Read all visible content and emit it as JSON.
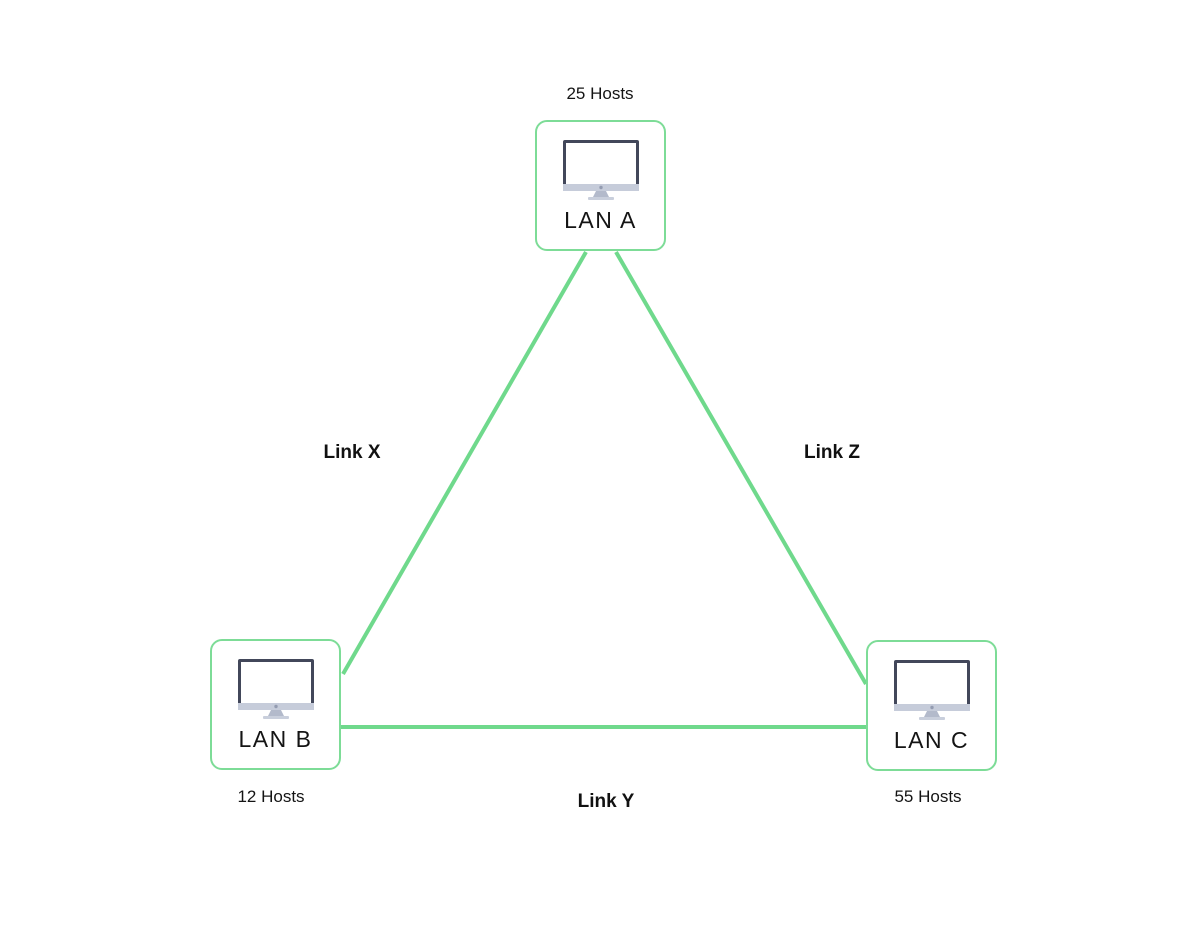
{
  "diagram": {
    "type": "network-topology",
    "nodes": [
      {
        "id": "lan-a",
        "label": "LAN A",
        "hosts_label": "25 Hosts",
        "icon": "desktop-computer-icon",
        "position": "top-center"
      },
      {
        "id": "lan-b",
        "label": "LAN B",
        "hosts_label": "12 Hosts",
        "icon": "desktop-computer-icon",
        "position": "bottom-left"
      },
      {
        "id": "lan-c",
        "label": "LAN C",
        "hosts_label": "55 Hosts",
        "icon": "desktop-computer-icon",
        "position": "bottom-right"
      }
    ],
    "links": [
      {
        "id": "link-x",
        "label": "Link X",
        "from": "LAN A",
        "to": "LAN B"
      },
      {
        "id": "link-y",
        "label": "Link Y",
        "from": "LAN B",
        "to": "LAN C"
      },
      {
        "id": "link-z",
        "label": "Link Z",
        "from": "LAN A",
        "to": "LAN C"
      }
    ],
    "colors": {
      "link_green": "#6fd98c",
      "node_border": "#7ddc97",
      "monitor_frame": "#42475a",
      "monitor_chin": "#c6ccda",
      "monitor_stand": "#b3bacb",
      "text": "#141414"
    }
  }
}
